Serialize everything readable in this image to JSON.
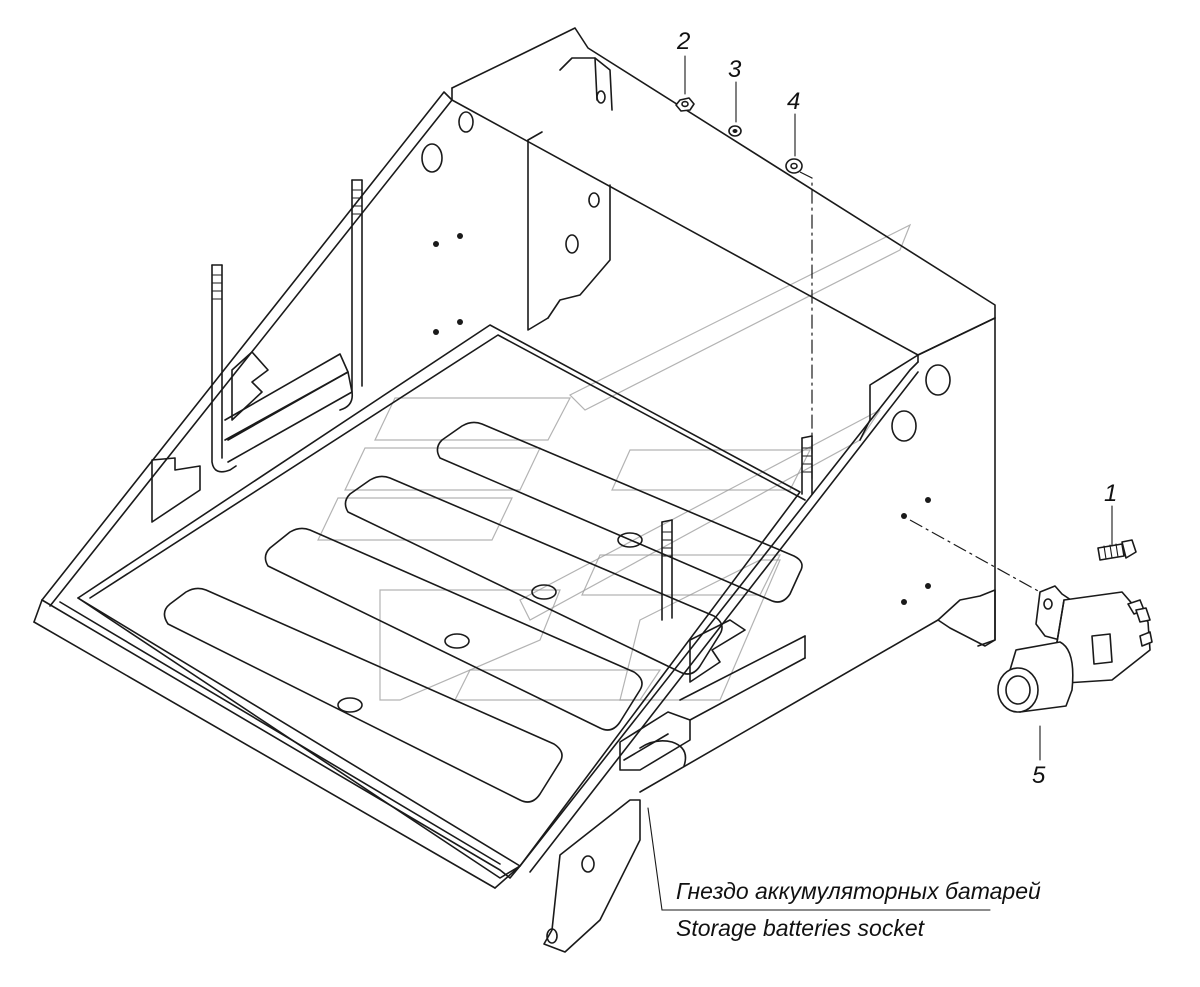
{
  "callouts": {
    "part_1": "1",
    "part_2": "2",
    "part_3": "3",
    "part_4": "4",
    "part_5": "5"
  },
  "caption": {
    "russian": "Гнездо аккумуляторных батарей",
    "english": "Storage batteries socket"
  },
  "colors": {
    "line": "#1a1a1a",
    "background": "#ffffff",
    "watermark": "#9a9a9a"
  }
}
